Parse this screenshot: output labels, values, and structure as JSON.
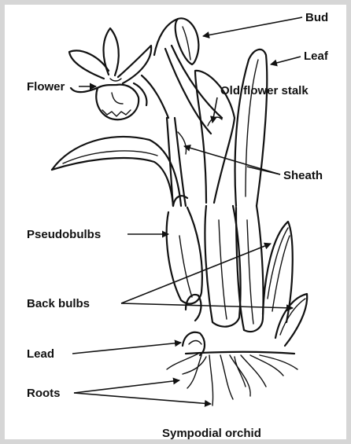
{
  "labels": {
    "bud": "Bud",
    "leaf": "Leaf",
    "flower": "Flower",
    "old_flower_stalk": "Old flower stalk",
    "sheath": "Sheath",
    "pseudobulbs": "Pseudobulbs",
    "back_bulbs": "Back bulbs",
    "lead": "Lead",
    "roots": "Roots"
  },
  "caption": "Sympodial orchid",
  "colors": {
    "frame": "#d6d6d6",
    "background": "#ffffff",
    "ink": "#111111"
  }
}
